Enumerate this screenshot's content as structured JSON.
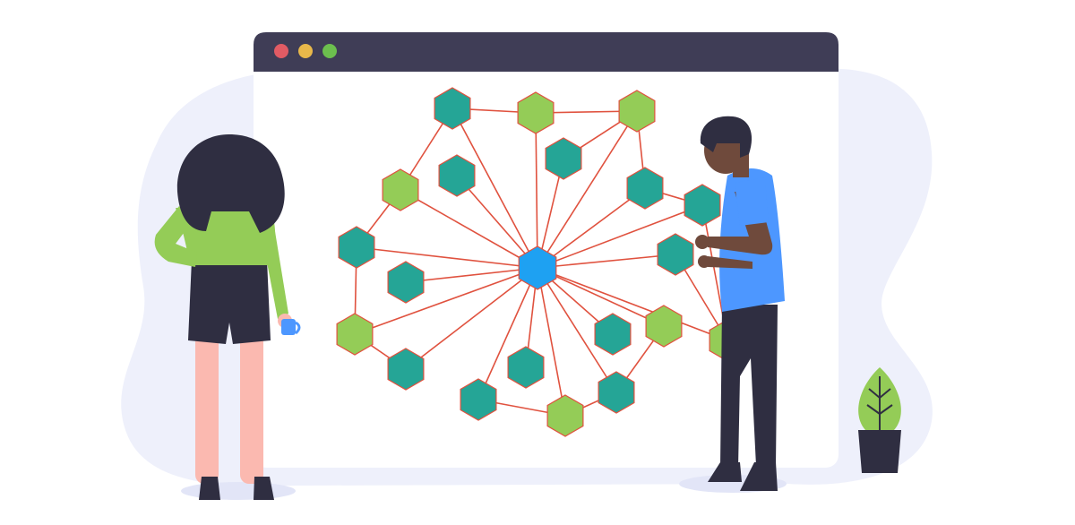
{
  "browser_window": {
    "buttons": [
      {
        "name": "close",
        "color": "#e15b64"
      },
      {
        "name": "minimize",
        "color": "#e8b84a"
      },
      {
        "name": "maximize",
        "color": "#6cbf4e"
      }
    ],
    "titlebar_color": "#3f3d56",
    "page_color": "#ffffff"
  },
  "network": {
    "hub_color": "#1ea1f2",
    "edge_color": "#e0523f",
    "node_colors": {
      "dark": "#25a596",
      "light": "#94cc57"
    },
    "node_count": 23
  },
  "colors": {
    "blob": "#eef0fb",
    "shirt_green": "#94cc57",
    "shirt_blue": "#4d97ff",
    "dark": "#2f2e41",
    "skin_light": "#fbb9b0",
    "skin_dark": "#6f4a3c",
    "plant_leaf": "#94cc57",
    "pot": "#2f2e41"
  }
}
